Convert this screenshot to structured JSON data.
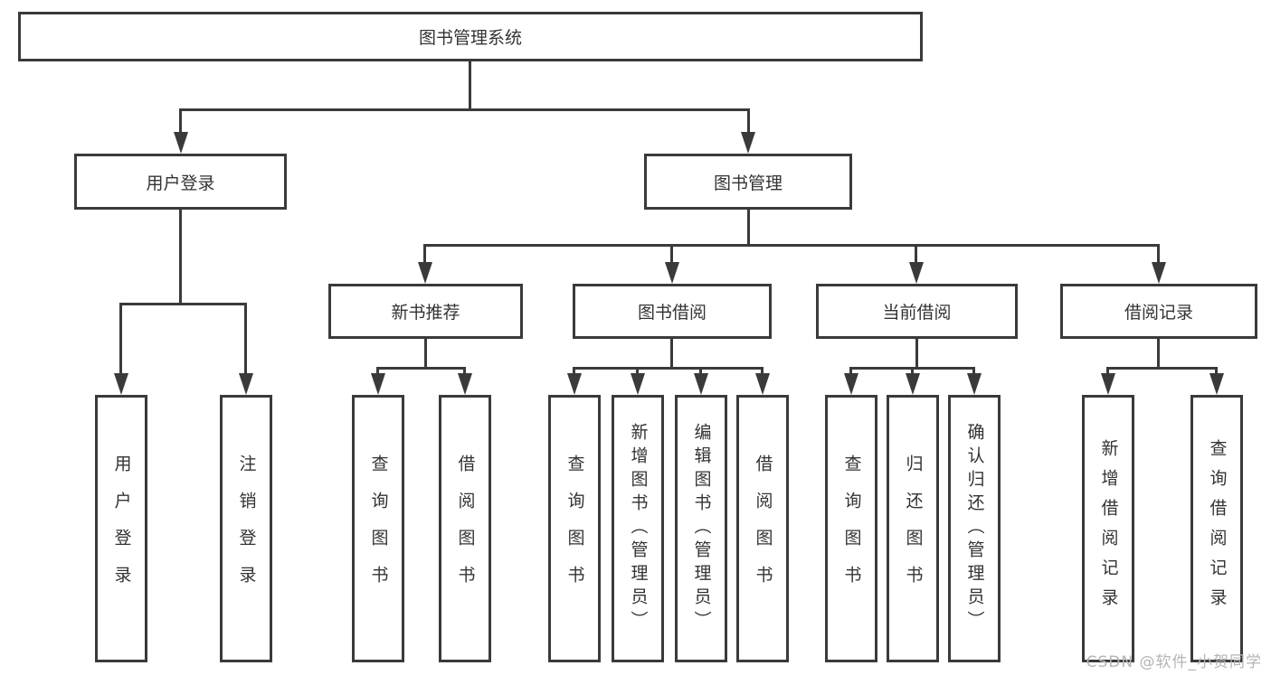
{
  "tree": {
    "root": {
      "label": "图书管理系统"
    },
    "level2": [
      {
        "label": "用户登录"
      },
      {
        "label": "图书管理"
      }
    ],
    "level3": [
      {
        "label": "新书推荐",
        "parent": "图书管理"
      },
      {
        "label": "图书借阅",
        "parent": "图书管理"
      },
      {
        "label": "当前借阅",
        "parent": "图书管理"
      },
      {
        "label": "借阅记录",
        "parent": "图书管理"
      }
    ],
    "leaves": [
      {
        "label": "用户登录",
        "parent": "用户登录"
      },
      {
        "label": "注销登录",
        "parent": "用户登录"
      },
      {
        "label": "查询图书",
        "parent": "新书推荐"
      },
      {
        "label": "借阅图书",
        "parent": "新书推荐"
      },
      {
        "label": "查询图书",
        "parent": "图书借阅"
      },
      {
        "label": "新增图书（管理员）",
        "parent": "图书借阅"
      },
      {
        "label": "编辑图书（管理员）",
        "parent": "图书借阅"
      },
      {
        "label": "借阅图书",
        "parent": "图书借阅"
      },
      {
        "label": "查询图书",
        "parent": "当前借阅"
      },
      {
        "label": "归还图书",
        "parent": "当前借阅"
      },
      {
        "label": "确认归还（管理员）",
        "parent": "当前借阅"
      },
      {
        "label": "新增借阅记录",
        "parent": "借阅记录"
      },
      {
        "label": "查询借阅记录",
        "parent": "借阅记录"
      }
    ]
  },
  "watermark": {
    "text": "CSDN @软件_小贺同学"
  },
  "colors": {
    "line": "#3a3a3a",
    "text": "#333333",
    "background": "#ffffff",
    "watermark": "#b5b5b5"
  }
}
